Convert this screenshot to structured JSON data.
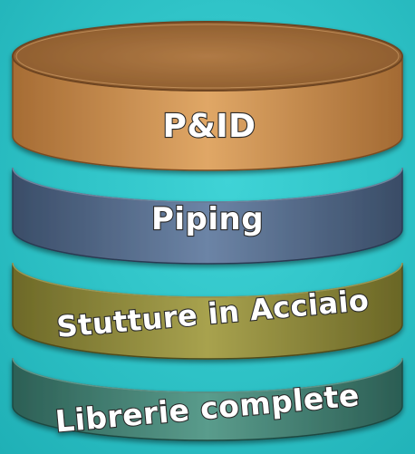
{
  "layers": [
    {
      "id": "pid",
      "label": "P&ID",
      "color": "#c98a4e"
    },
    {
      "id": "piping",
      "label": "Piping",
      "color": "#4d6585"
    },
    {
      "id": "acciaio",
      "label": "Stutture in Acciaio",
      "color": "#8c8638"
    },
    {
      "id": "librerie",
      "label": "Librerie complete",
      "color": "#3f7d70"
    }
  ],
  "background_color": "#31c3c7"
}
